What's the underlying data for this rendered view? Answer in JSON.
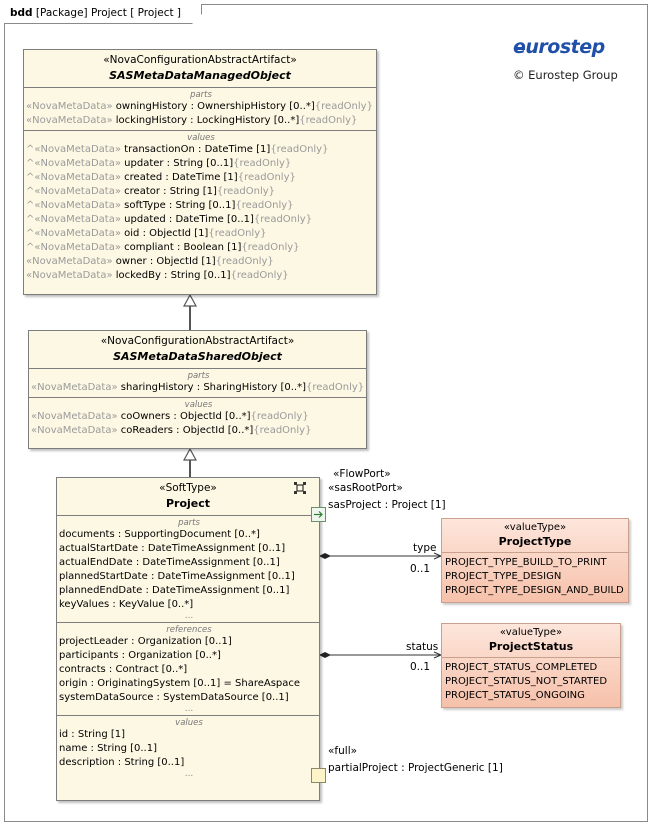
{
  "frame": {
    "kind": "bdd",
    "title": "[Package] Project [ Project ]"
  },
  "logo": {
    "text": "eurostep",
    "copyright": "© Eurostep Group",
    "color": "#1f4fa8"
  },
  "blocks": {
    "managed": {
      "stereotype": "«NovaConfigurationAbstractArtifact»",
      "name": "SASMetaDataManagedObject",
      "parts_title": "parts",
      "parts": [
        {
          "pre": "«NovaMetaData» ",
          "main": "owningHistory : OwnershipHistory [0..*]",
          "post": "{readOnly}"
        },
        {
          "pre": "«NovaMetaData» ",
          "main": "lockingHistory : LockingHistory [0..*]",
          "post": "{readOnly}"
        }
      ],
      "values_title": "values",
      "values": [
        {
          "pre": "^«NovaMetaData» ",
          "main": "transactionOn : DateTime [1]",
          "post": "{readOnly}"
        },
        {
          "pre": "^«NovaMetaData» ",
          "main": "updater : String [0..1]",
          "post": "{readOnly}"
        },
        {
          "pre": "^«NovaMetaData» ",
          "main": "created : DateTime [1]",
          "post": "{readOnly}"
        },
        {
          "pre": "^«NovaMetaData» ",
          "main": "creator : String [1]",
          "post": "{readOnly}"
        },
        {
          "pre": "^«NovaMetaData» ",
          "main": "softType : String [0..1]",
          "post": "{readOnly}"
        },
        {
          "pre": "^«NovaMetaData» ",
          "main": "updated : DateTime [0..1]",
          "post": "{readOnly}"
        },
        {
          "pre": "^«NovaMetaData» ",
          "main": "oid : ObjectId [1]",
          "post": "{readOnly}"
        },
        {
          "pre": "^«NovaMetaData» ",
          "main": "compliant : Boolean [1]",
          "post": "{readOnly}"
        },
        {
          "pre": "«NovaMetaData» ",
          "main": "owner : ObjectId [1]",
          "post": "{readOnly}"
        },
        {
          "pre": "«NovaMetaData» ",
          "main": "lockedBy : String [0..1]",
          "post": "{readOnly}"
        }
      ]
    },
    "shared": {
      "stereotype": "«NovaConfigurationAbstractArtifact»",
      "name": "SASMetaDataSharedObject",
      "parts_title": "parts",
      "parts": [
        {
          "pre": "«NovaMetaData» ",
          "main": "sharingHistory : SharingHistory [0..*]",
          "post": "{readOnly}"
        }
      ],
      "values_title": "values",
      "values": [
        {
          "pre": "«NovaMetaData» ",
          "main": "coOwners : ObjectId [0..*]",
          "post": "{readOnly}"
        },
        {
          "pre": "«NovaMetaData» ",
          "main": "coReaders : ObjectId [0..*]",
          "post": "{readOnly}"
        }
      ]
    },
    "project": {
      "stereotype": "«SoftType»",
      "name": "Project",
      "parts_title": "parts",
      "parts": [
        {
          "main": "documents : SupportingDocument [0..*]"
        },
        {
          "main": "actualStartDate : DateTimeAssignment [0..1]"
        },
        {
          "main": "actualEndDate : DateTimeAssignment [0..1]"
        },
        {
          "main": "plannedStartDate : DateTimeAssignment [0..1]"
        },
        {
          "main": "plannedEndDate : DateTimeAssignment [0..1]"
        },
        {
          "main": "keyValues : KeyValue [0..*]"
        }
      ],
      "references_title": "references",
      "references": [
        {
          "main": "projectLeader : Organization [0..1]"
        },
        {
          "main": "participants : Organization [0..*]"
        },
        {
          "main": "contracts : Contract [0..*]"
        },
        {
          "main": "origin : OriginatingSystem [0..1] = ShareAspace"
        },
        {
          "main": "systemDataSource : SystemDataSource [0..1]"
        }
      ],
      "values_title": "values",
      "values": [
        {
          "main": "id : String [1]"
        },
        {
          "main": "name : String [0..1]"
        },
        {
          "main": "description : String [0..1]"
        }
      ],
      "ellipsis": "..."
    }
  },
  "value_types": {
    "project_type": {
      "stereotype": "«valueType»",
      "name": "ProjectType",
      "literals": [
        "PROJECT_TYPE_BUILD_TO_PRINT",
        "PROJECT_TYPE_DESIGN",
        "PROJECT_TYPE_DESIGN_AND_BUILD"
      ]
    },
    "project_status": {
      "stereotype": "«valueType»",
      "name": "ProjectStatus",
      "literals": [
        "PROJECT_STATUS_COMPLETED",
        "PROJECT_STATUS_NOT_STARTED",
        "PROJECT_STATUS_ONGOING"
      ]
    }
  },
  "ports": {
    "root": {
      "stereotype1": "«FlowPort»",
      "stereotype2": "«sasRootPort»",
      "label": "sasProject : Project [1]"
    },
    "partial": {
      "stereotype": "«full»",
      "label": "partialProject : ProjectGeneric [1]"
    }
  },
  "associations": {
    "type": {
      "role": "type",
      "mult": "0..1"
    },
    "status": {
      "role": "status",
      "mult": "0..1"
    }
  },
  "colors": {
    "block_fill": "#fdf8e4",
    "valuetype_fill": "#f6c1aa",
    "metadata_gray": "#9a9a9a"
  }
}
